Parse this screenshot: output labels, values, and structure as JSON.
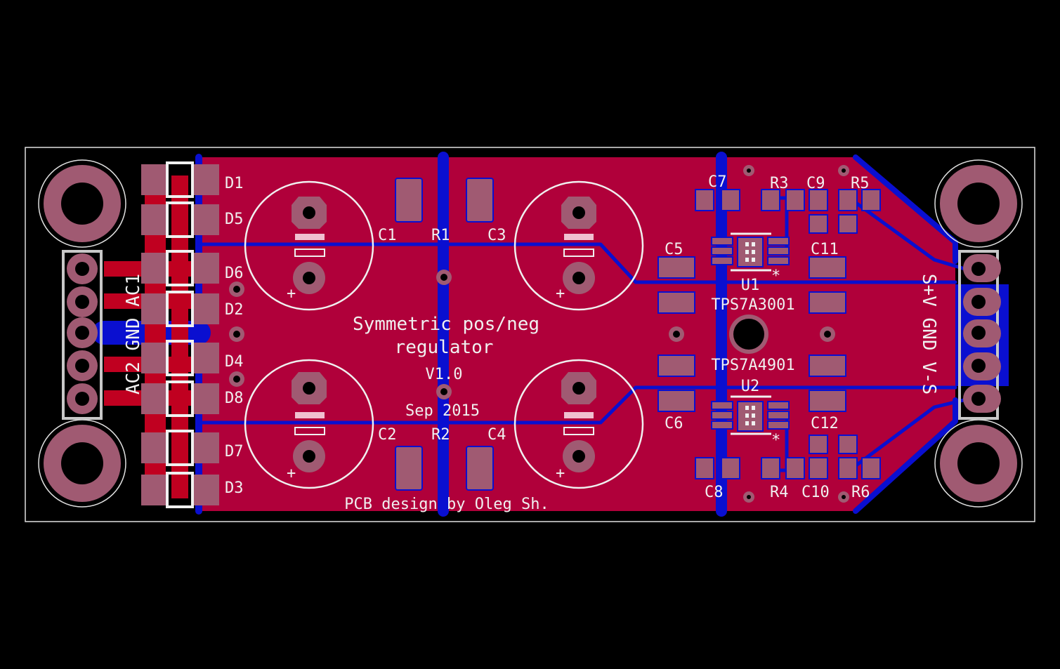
{
  "colors": {
    "background": "#000000",
    "top_copper": "#b0003a",
    "bottom_copper": "#0a0fd0",
    "pad": "#a05a72",
    "silkscreen": "#f0f0f0",
    "dimension": "#e0e0e0"
  },
  "texts": {
    "title_line1": "Symmetric pos/neg",
    "title_line2": "regulator",
    "version": "V1.0",
    "date": "Sep 2015",
    "credit": "PCB design by Oleg Sh.",
    "u1_part": "TPS7A3001",
    "u2_part": "TPS7A4901",
    "input_connector": "AC2 GND AC1",
    "output_connector": "S+V GND V-S",
    "plus_mark": "+",
    "pin1_mark": "*"
  },
  "labels": {
    "D1": "D1",
    "D5": "D5",
    "D6": "D6",
    "D2": "D2",
    "D4": "D4",
    "D8": "D8",
    "D7": "D7",
    "D3": "D3",
    "C1": "C1",
    "R1": "R1",
    "C3": "C3",
    "C2": "C2",
    "R2": "R2",
    "C4": "C4",
    "C5": "C5",
    "C6": "C6",
    "C7": "C7",
    "C8": "C8",
    "C9": "C9",
    "C10": "C10",
    "C11": "C11",
    "C12": "C12",
    "R3": "R3",
    "R4": "R4",
    "R5": "R5",
    "R6": "R6",
    "U1": "U1",
    "U2": "U2"
  }
}
